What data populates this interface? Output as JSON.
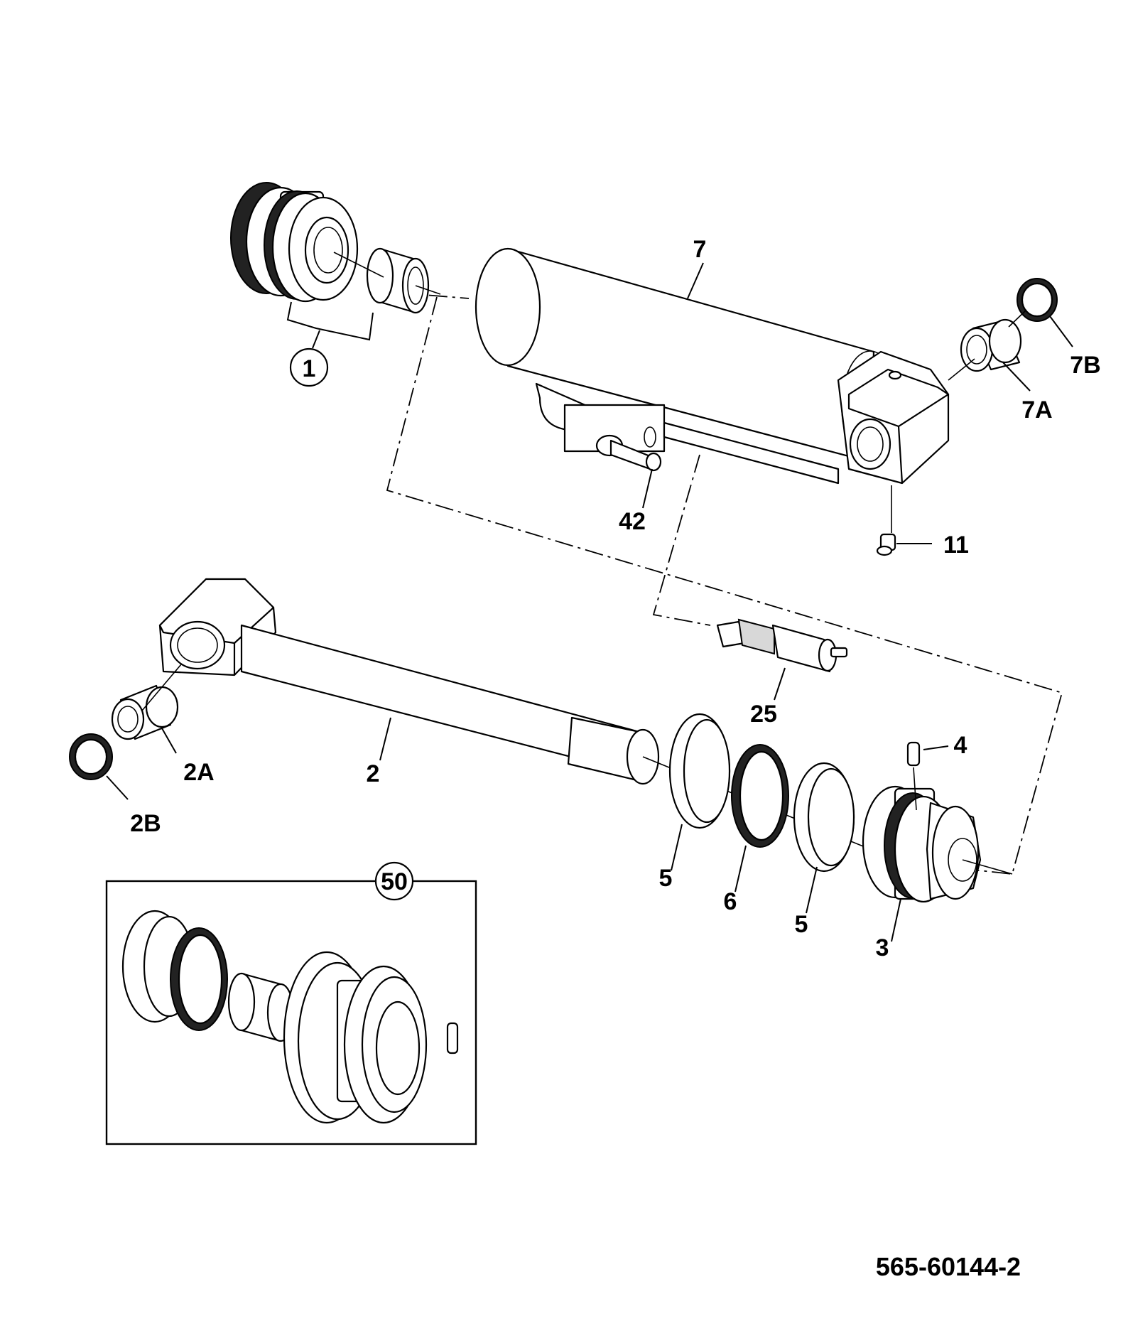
{
  "drawing_number": "565-60144-2",
  "callouts": {
    "c1": "1",
    "c2": "2",
    "c2A": "2A",
    "c2B": "2B",
    "c3": "3",
    "c4": "4",
    "c5a": "5",
    "c5b": "5",
    "c6": "6",
    "c7": "7",
    "c7A": "7A",
    "c7B": "7B",
    "c11": "11",
    "c25": "25",
    "c42": "42",
    "c50": "50"
  }
}
